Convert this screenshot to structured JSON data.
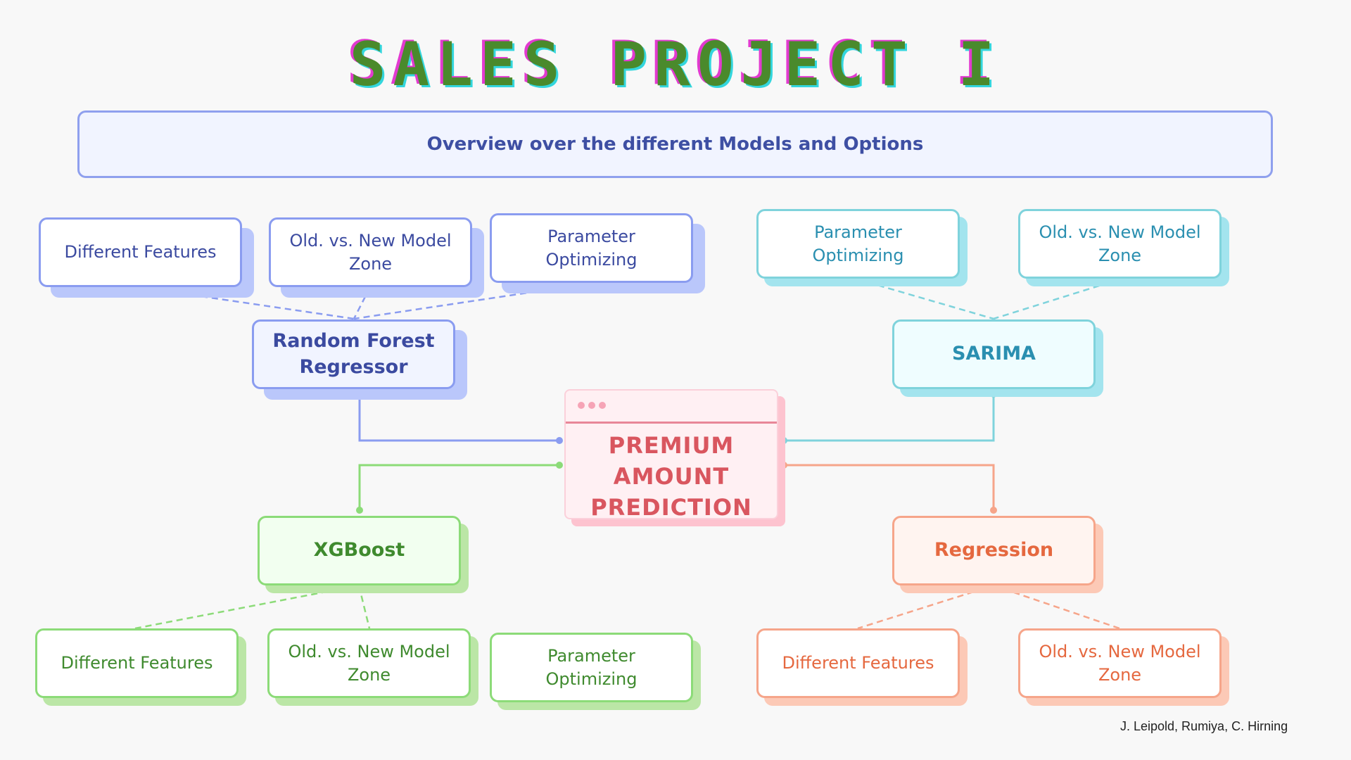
{
  "title": "SALES PROJECT  I",
  "overview": "Overview over the different Models and Options",
  "center": {
    "label": "PREMIUM AMOUNT PREDICTION"
  },
  "models": {
    "random_forest": {
      "label": "Random Forest Regressor",
      "options": [
        "Different Features",
        "Old. vs. New Model Zone",
        "Parameter Optimizing"
      ]
    },
    "sarima": {
      "label": "SARIMA",
      "options": [
        "Parameter Optimizing",
        "Old. vs. New Model Zone"
      ]
    },
    "xgboost": {
      "label": "XGBoost",
      "options": [
        "Different Features",
        "Old. vs. New Model Zone",
        "Parameter Optimizing"
      ]
    },
    "regression": {
      "label": "Regression",
      "options": [
        "Different Features",
        "Old. vs. New Model Zone"
      ]
    }
  },
  "colors": {
    "random_forest": "#8a9cf0",
    "sarima": "#7fd3dc",
    "xgboost": "#8cdb78",
    "regression": "#f6a58a",
    "center": "#d9565f",
    "title": "#4a8a2c"
  },
  "credits": "J. Leipold, Rumiya, C. Hirning"
}
